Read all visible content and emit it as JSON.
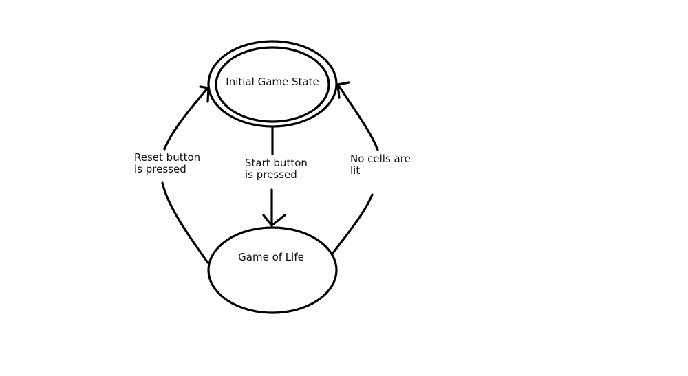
{
  "states": {
    "initial": {
      "label": "Initial Game State",
      "accepting": true
    },
    "life": {
      "label": "Game of Life",
      "accepting": false
    }
  },
  "transitions": {
    "start": {
      "from": "Initial Game State",
      "to": "Game of Life",
      "label_line1": "Start button",
      "label_line2": "is pressed"
    },
    "reset": {
      "from": "Game of Life",
      "to": "Initial Game State",
      "label_line1": "Reset button",
      "label_line2": "is pressed"
    },
    "no_cells": {
      "from": "Game of Life",
      "to": "Initial Game State",
      "label_line1": "No cells are",
      "label_line2": "lit"
    }
  },
  "colors": {
    "stroke": "#000000",
    "text": "#111111",
    "background": "#ffffff"
  }
}
